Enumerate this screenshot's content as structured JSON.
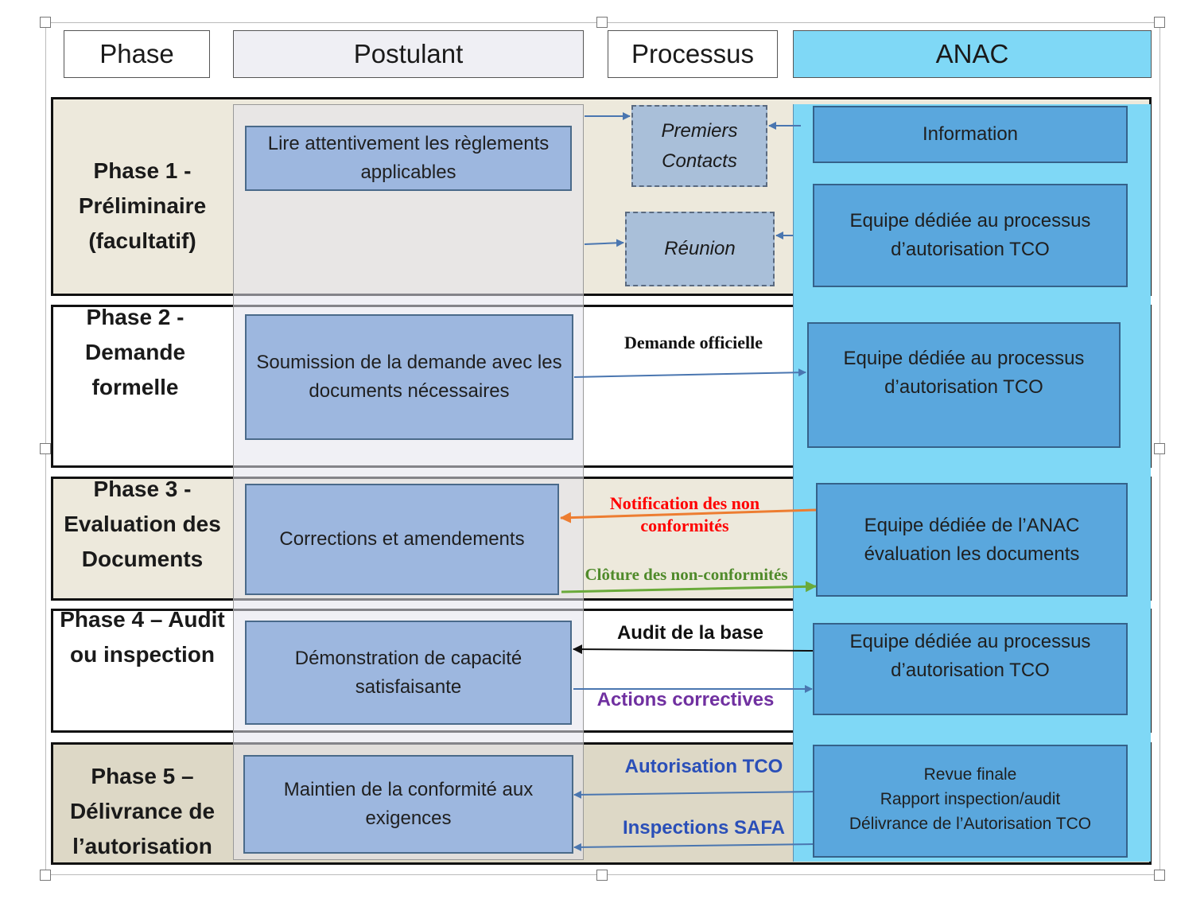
{
  "headers": {
    "phase": "Phase",
    "postulant": "Postulant",
    "processus": "Processus",
    "anac": "ANAC"
  },
  "phase1": {
    "label_lines": [
      "Phase 1 -",
      "Préliminaire",
      "(facultatif)"
    ],
    "postulant_box": [
      "Lire attentivement les règlements",
      "applicables"
    ],
    "premiers_contacts": [
      "Premiers",
      "Contacts"
    ],
    "reunion": "Réunion",
    "anac_info": "Information",
    "anac_team": [
      "Equipe dédiée au processus",
      "d’autorisation TCO"
    ]
  },
  "phase2": {
    "label_lines": [
      "Phase 2 -",
      "Demande",
      "formelle"
    ],
    "postulant_box": [
      "Soumission de la demande avec les",
      "documents nécessaires"
    ],
    "flow_label": "Demande officielle",
    "anac_team": [
      "Equipe dédiée au processus",
      "d’autorisation TCO"
    ]
  },
  "phase3": {
    "label_lines": [
      "Phase 3 -",
      "Evaluation des",
      "Documents"
    ],
    "postulant_box": "Corrections et amendements",
    "flow_notification": [
      "Notification des non",
      "conformités"
    ],
    "flow_cloture": "Clôture des non-conformités",
    "anac_team": [
      "Equipe dédiée de l’ANAC",
      "évaluation les documents"
    ]
  },
  "phase4": {
    "label_lines": [
      "Phase 4 – Audit",
      "ou inspection"
    ],
    "postulant_box": [
      "Démonstration de capacité",
      "satisfaisante"
    ],
    "flow_audit": "Audit de la base",
    "flow_actions": "Actions correctives",
    "anac_team": [
      "Equipe dédiée au processus",
      "d’autorisation TCO"
    ]
  },
  "phase5": {
    "label_lines": [
      "Phase 5 –",
      "Délivrance de",
      "l’autorisation"
    ],
    "postulant_box": [
      "Maintien de la conformité aux",
      "exigences"
    ],
    "flow_autorisation": "Autorisation TCO",
    "flow_safa": "Inspections SAFA",
    "anac_box": [
      "Revue finale",
      "Rapport inspection/audit",
      "Délivrance de l’Autorisation TCO"
    ]
  },
  "colors": {
    "anac_column": "#7fd8f6",
    "anac_box": "#5aa7dd",
    "postulant_box": "#9db7df",
    "shaded_row": "#ede9dc",
    "phase5_row": "#ddd8c6",
    "notification": "#ff0000",
    "cloture": "#4f8a2a",
    "actions": "#7030a0",
    "autorisation": "#2a4fb8"
  }
}
